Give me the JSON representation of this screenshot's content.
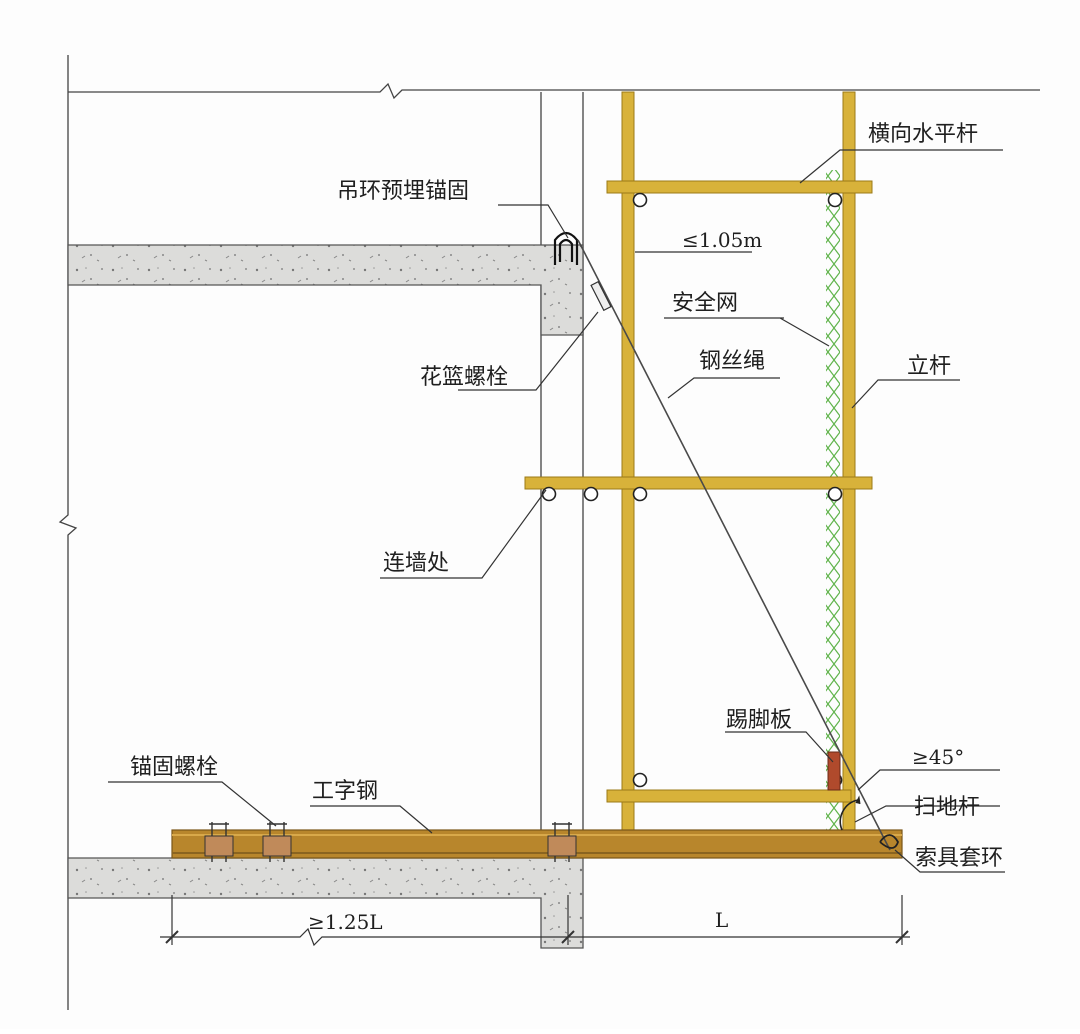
{
  "labels": {
    "transverse_bar": "横向水平杆",
    "lifting_ring": "吊环预埋锚固",
    "spacing": "≤1.05m",
    "safety_net": "安全网",
    "turnbuckle": "花篮螺栓",
    "wire_rope": "钢丝绳",
    "upright": "立杆",
    "wall_tie": "连墙处",
    "toe_board": "踢脚板",
    "angle": "≥45°",
    "anchor_bolt": "锚固螺栓",
    "i_beam": "工字钢",
    "sweep_bar": "扫地杆",
    "rigging_loop": "索具套环",
    "anchor_length": "≥1.25L",
    "cantilever_length": "L"
  },
  "colors": {
    "steel_tube": "#d8b23a",
    "steel_tube_edge": "#9c7a18",
    "i_beam": "#b8862c",
    "concrete": "#d9d9d6",
    "net": "#5fb34a",
    "toe_board": "#b04a2c",
    "line": "#333333"
  }
}
